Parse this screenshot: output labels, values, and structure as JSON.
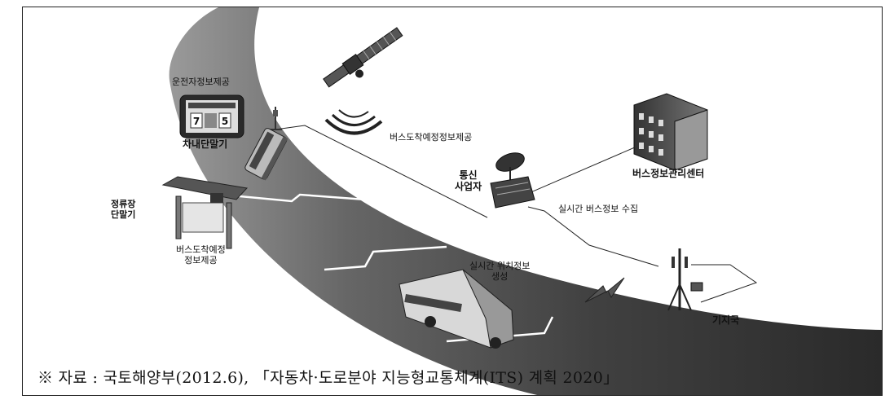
{
  "labels": {
    "driver_info": "운전자정보제공",
    "in_vehicle_terminal": "차내단말기",
    "stop_terminal": "정류장\n단말기",
    "bus_arrival_info_stop": "버스도착예정\n정보제공",
    "bus_arrival_info_sat": "버스도착예정정보제공",
    "telecom_operator": "통신\n사업자",
    "bus_info_center": "버스정보관리센터",
    "realtime_collection": "실시간 버스정보 수집",
    "realtime_location": "실시간 위치정보\n생성",
    "base_station": "기지국"
  },
  "display": {
    "terminal_numbers": [
      "7",
      "5"
    ]
  },
  "source_note": "※ 자료 : 국토해양부(2012.6), 「자동차·도로분야 지능형교통체계(ITS) 계획 2020」"
}
